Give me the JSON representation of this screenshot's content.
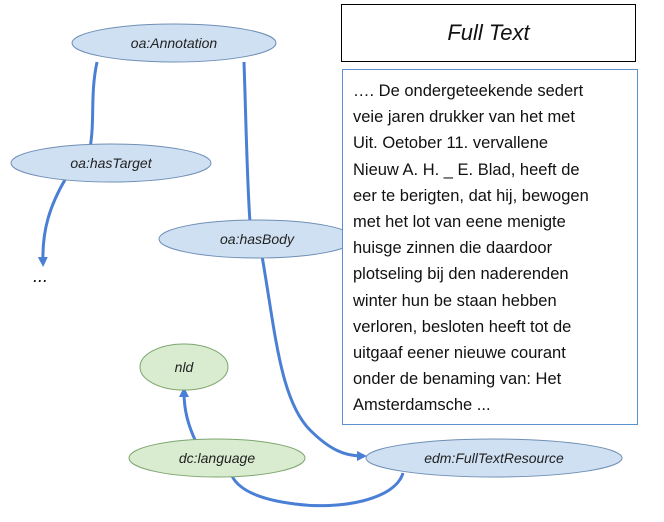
{
  "colors": {
    "arrow": "#4a7fd6",
    "blue_node_fill": "#cfe0f3",
    "blue_node_stroke": "#6f8fb5",
    "green_node_fill": "#d9ecd0",
    "green_node_stroke": "#7da56e",
    "text_box_border": "#5b8fd0"
  },
  "nodes": {
    "annotation": "oa:Annotation",
    "has_target": "oa:hasTarget",
    "has_body": "oa:hasBody",
    "full_text_resource": "edm:FullTextResource",
    "language": "dc:language",
    "nld": "nld"
  },
  "target_ellipsis": "...",
  "full_text": {
    "title": "Full Text",
    "lines": [
      "…. De ondergeteekende sedert",
      "veie jaren drukker van het met",
      "Uit. Oetober 11. vervallene",
      "Nieuw A. H. _ E. Blad, heeft de",
      "eer te berigten, dat hij, bewogen",
      "met het lot van eene menigte",
      "huisge zinnen die daardoor",
      "plotseling bij den naderenden",
      "winter hun be staan hebben",
      "verloren, besloten heeft tot de",
      "uitgaaf eener nieuwe courant",
      "onder de benaming van: Het",
      "Amsterdamsche ..."
    ]
  }
}
